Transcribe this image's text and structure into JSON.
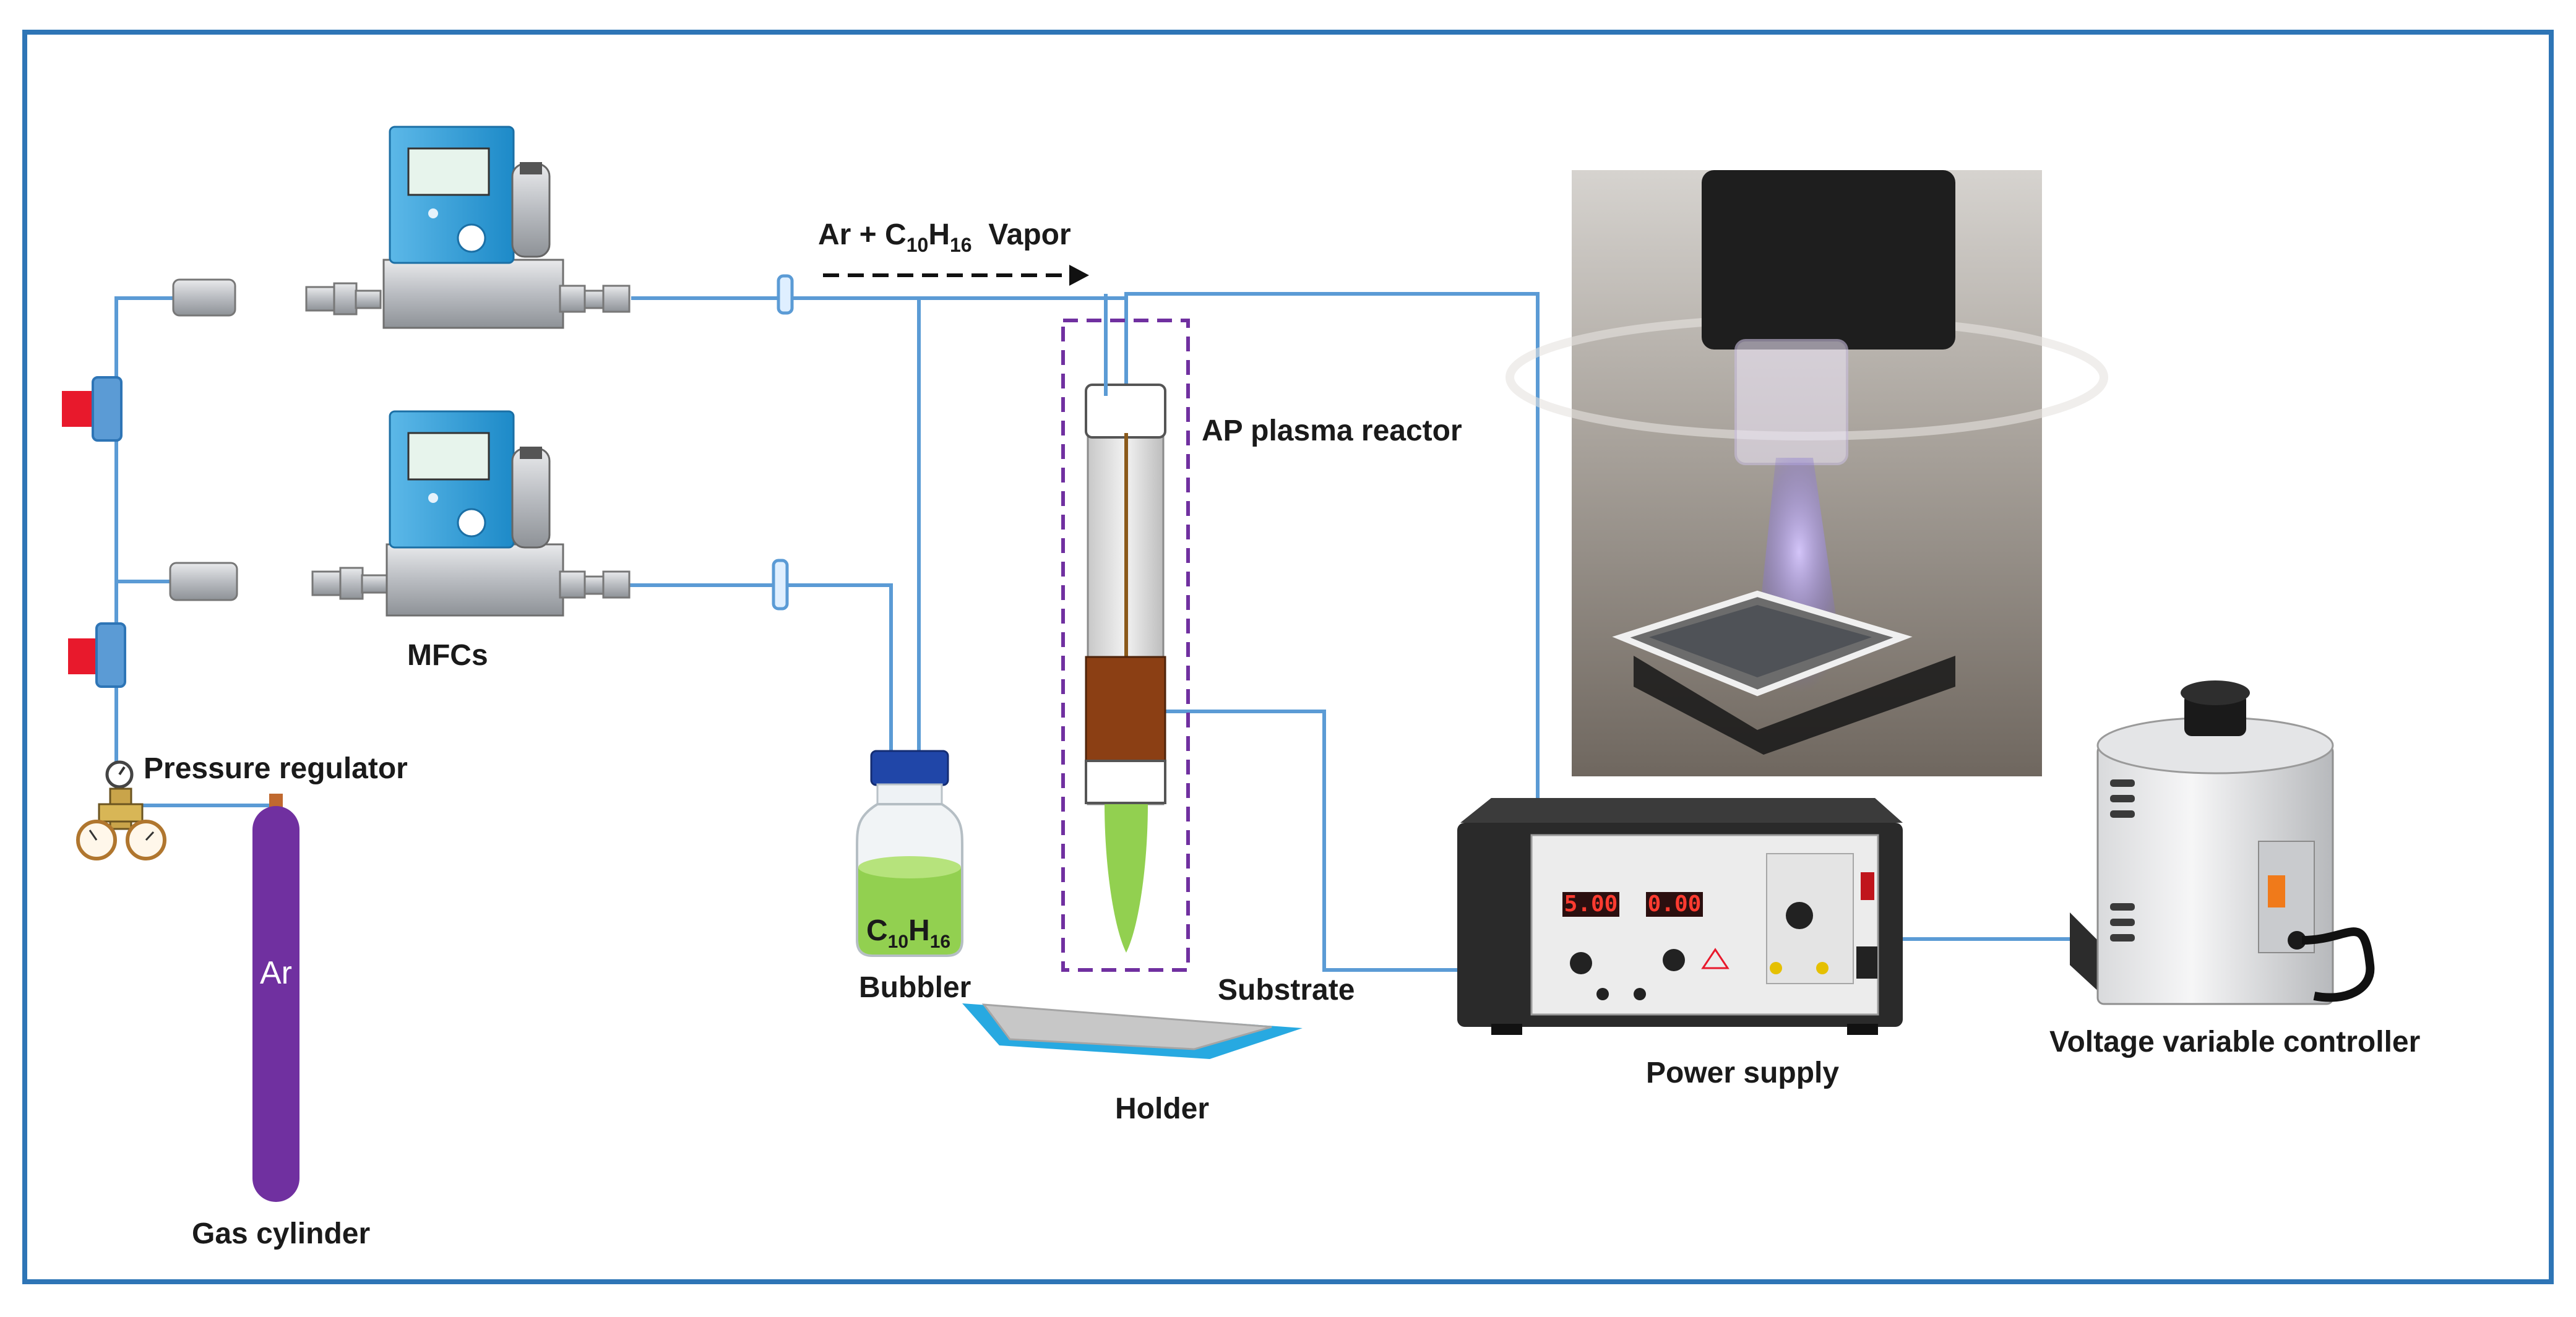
{
  "labels": {
    "mfcs": "MFCs",
    "pressure_regulator": "Pressure regulator",
    "gas_cylinder": "Gas cylinder",
    "cylinder_gas": "Ar",
    "flow_prefix": "Ar + C",
    "flow_sub1": "10",
    "flow_mid": "H",
    "flow_sub2": "16",
    "flow_suffix": "  Vapor",
    "bubbler_liquid_c": "C",
    "bubbler_liquid_sub1": "10",
    "bubbler_liquid_h": "H",
    "bubbler_liquid_sub2": "16",
    "bubbler": "Bubbler",
    "reactor": "AP plasma reactor",
    "substrate": "Substrate",
    "holder": "Holder",
    "power_supply": "Power supply",
    "controller": "Voltage variable controller",
    "display_left": "5.00",
    "display_right": "0.00"
  },
  "colors": {
    "frame": "#2e75b6",
    "pipe": "#5b9bd5",
    "valve_red": "#e8192c",
    "cylinder": "#7030a0",
    "liquid_green": "#92d050",
    "bottle_cap": "#2046a8",
    "reactor_outline": "#7030a0",
    "electrode": "#8b4513",
    "holder": "#27a9e1"
  }
}
